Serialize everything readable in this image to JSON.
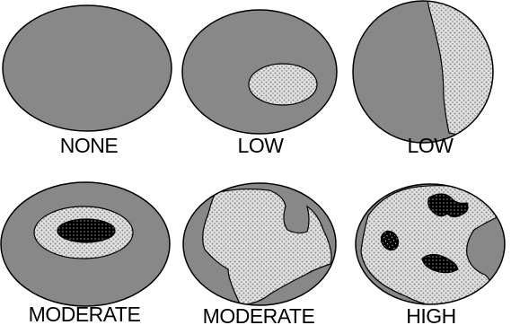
{
  "panels": [
    {
      "label": "NONE"
    },
    {
      "label": "LOW"
    },
    {
      "label": "LOW"
    },
    {
      "label": "MODERATE"
    },
    {
      "label": "MODERATE"
    },
    {
      "label": "HIGH"
    }
  ],
  "legend_colors": {
    "base_fill": "#888888",
    "stipple_fill": "#e0e0e0",
    "stipple_dot": "#8a8a8a",
    "dense_fill": "#000000",
    "outline": "#000000"
  }
}
